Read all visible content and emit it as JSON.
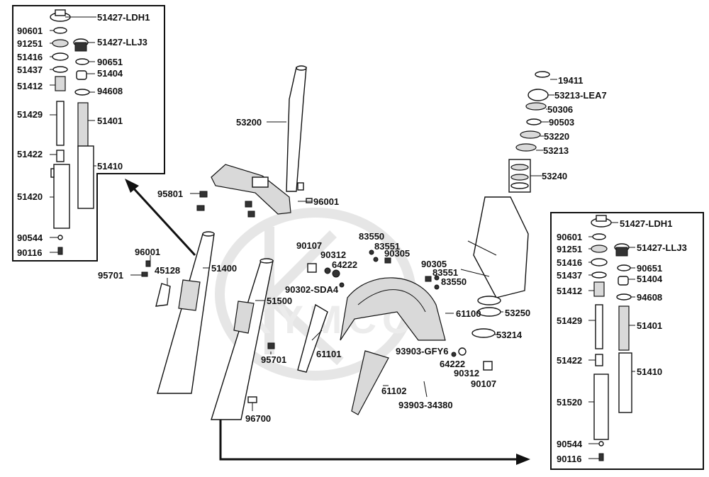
{
  "watermark": {
    "brand": "KYMCO"
  },
  "left_inset": {
    "labels": [
      "51427-LDH1",
      "90601",
      "91251",
      "51427-LLJ3",
      "51416",
      "90651",
      "51437",
      "51404",
      "51412",
      "94608",
      "51429",
      "51401",
      "51422",
      "51410",
      "51420",
      "90544",
      "90116"
    ]
  },
  "right_inset": {
    "labels": [
      "51427-LDH1",
      "90601",
      "91251",
      "51427-LLJ3",
      "51416",
      "90651",
      "51437",
      "51404",
      "51412",
      "94608",
      "51429",
      "51401",
      "51422",
      "51410",
      "51520",
      "90544",
      "90116"
    ]
  },
  "main": {
    "labels": [
      "53200",
      "95801",
      "96001",
      "96001",
      "95701",
      "45128",
      "51400",
      "51500",
      "95701",
      "96700",
      "90107",
      "90312",
      "64222",
      "90302-SDA4",
      "83550",
      "83551",
      "90305",
      "61101",
      "61100",
      "61102",
      "93903-GFY6",
      "93903-34380",
      "64222",
      "90312",
      "90107",
      "90305",
      "83551",
      "83550",
      "53250",
      "53214",
      "19411",
      "53213-LEA7",
      "50306",
      "90503",
      "53220",
      "53213",
      "53240"
    ]
  }
}
